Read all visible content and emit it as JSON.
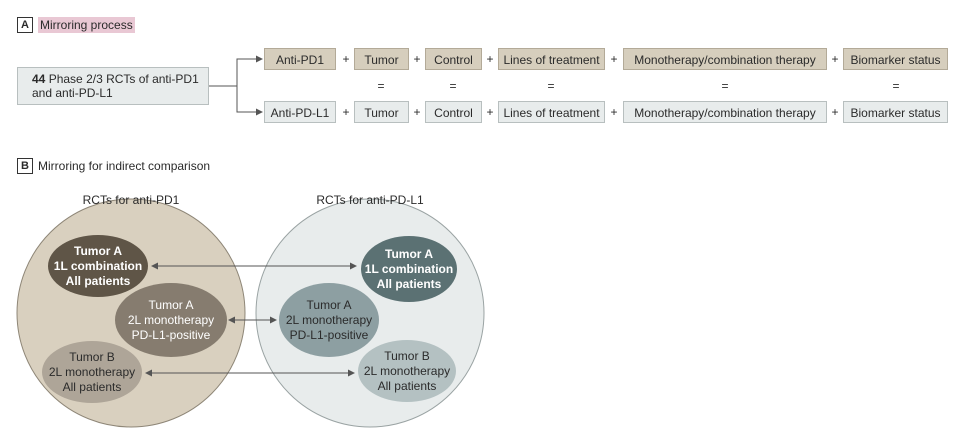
{
  "panelA": {
    "letter": "A",
    "title": "Mirroring process",
    "source": {
      "count": "44",
      "text_line1": "Phase 2/3 RCTs of anti-PD1",
      "text_line2": "and anti-PD-L1"
    },
    "top_row": [
      "Anti-PD1",
      "Tumor",
      "Control",
      "Lines of treatment",
      "Monotherapy/combination therapy",
      "Biomarker status"
    ],
    "bottom_row": [
      "Anti-PD-L1",
      "Tumor",
      "Control",
      "Lines of treatment",
      "Monotherapy/combination therapy",
      "Biomarker status"
    ],
    "plus": "+",
    "equals": "="
  },
  "panelB": {
    "letter": "B",
    "title": "Mirroring for indirect comparison",
    "left_label": "RCTs for anti-PD1",
    "right_label": "RCTs for anti-PD-L1",
    "left_groups": [
      {
        "l1": "Tumor A",
        "l2": "1L combination",
        "l3": "All patients"
      },
      {
        "l1": "Tumor A",
        "l2": "2L monotherapy",
        "l3": "PD-L1-positive"
      },
      {
        "l1": "Tumor B",
        "l2": "2L monotherapy",
        "l3": "All patients"
      }
    ],
    "right_groups": [
      {
        "l1": "Tumor A",
        "l2": "1L combination",
        "l3": "All patients"
      },
      {
        "l1": "Tumor A",
        "l2": "2L monotherapy",
        "l3": "PD-L1-positive"
      },
      {
        "l1": "Tumor B",
        "l2": "2L monotherapy",
        "l3": "All patients"
      }
    ]
  },
  "colors": {
    "tan_box": "#d6cebd",
    "grey_box": "#e8ecec",
    "left_circle": "#d9d0bf",
    "right_circle": "#e8ecec",
    "left_dark": "#5f5547",
    "left_mid": "#867c6f",
    "left_light": "#aea598",
    "right_dark": "#5b7173",
    "right_mid": "#8d9fa2",
    "right_light": "#b4c1c2",
    "highlight": "#e9c8d4"
  }
}
